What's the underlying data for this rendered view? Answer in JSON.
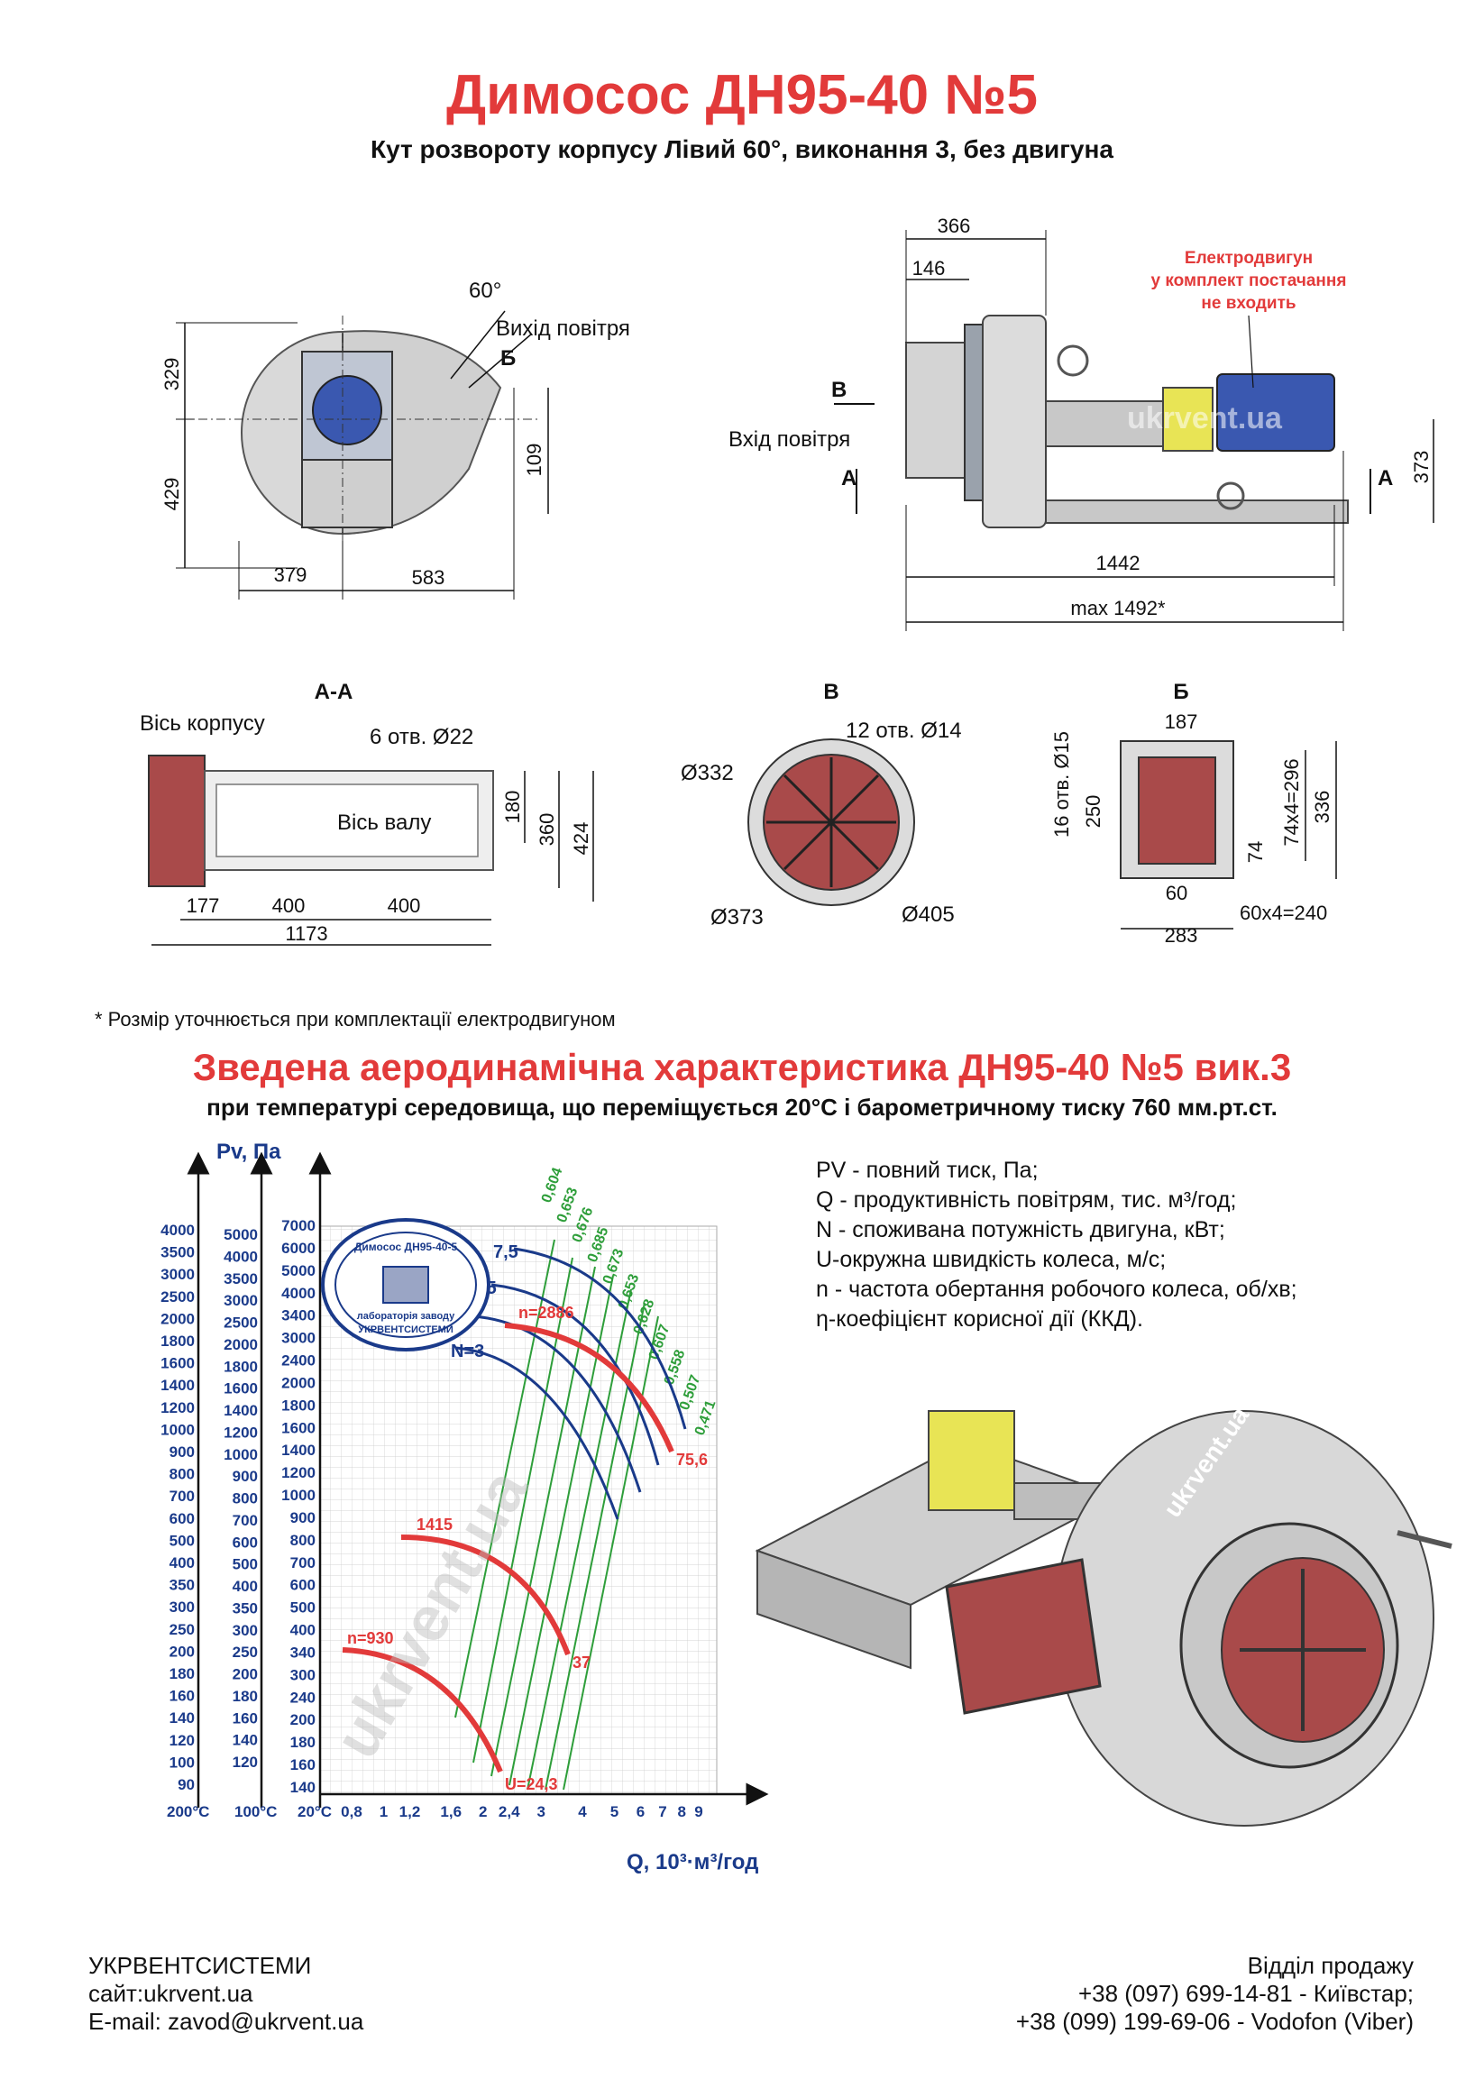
{
  "header": {
    "title": "Димосос  ДН95-40 №5",
    "subtitle": "Кут розвороту корпусу Лівий 60°, виконання 3, без двигуна"
  },
  "front_view": {
    "angle": "60°",
    "outlet_label": "Вихід повітря",
    "section_b": "Б",
    "dim_329": "329",
    "dim_429": "429",
    "dim_109": "109",
    "dim_379": "379",
    "dim_583": "583"
  },
  "side_view": {
    "motor_note": [
      "Електродвигун",
      "у комплект постачання",
      "не входить"
    ],
    "inlet_label": "Вхід повітря",
    "section_v": "В",
    "section_a": "А",
    "dim_366": "366",
    "dim_146": "146",
    "dim_373": "373",
    "dim_1442": "1442",
    "dim_max": "max 1492*",
    "watermark": "ukrvent.ua"
  },
  "section_aa": {
    "title": "А-А",
    "axis_label": "Вісь корпусу",
    "holes": "6 отв. Ø22",
    "shaft_label": "Вісь валу",
    "dim_180": "180",
    "dim_360": "360",
    "dim_424": "424",
    "dim_177": "177",
    "dim_400a": "400",
    "dim_400b": "400",
    "dim_1173": "1173"
  },
  "section_v": {
    "title": "В",
    "holes": "12 отв. Ø14",
    "d332": "Ø332",
    "d373": "Ø373",
    "d405": "Ø405"
  },
  "section_b": {
    "title": "Б",
    "holes": "16 отв. Ø15",
    "dim_187": "187",
    "dim_250": "250",
    "dim_296": "74x4=296",
    "dim_336": "336",
    "dim_74": "74",
    "dim_60": "60",
    "dim_240": "60x4=240",
    "dim_283": "283"
  },
  "footnote": "* Розмір уточнюється при комплектації електродвигуном",
  "chart_heading": {
    "title": "Зведена аеродинамічна характеристика ДН95-40 №5 вик.3",
    "subtitle": "при температурі середовища, що переміщується 20°С і барометричному тиску 760 мм.рт.ст."
  },
  "legend": [
    "PV - повний тиск, Па;",
    "Q - продуктивність повітрям, тис. м³/год;",
    "N - споживана потужність двигуна, кВт;",
    "U-окружна швидкість колеса, м/с;",
    "n - частота обертання робочого колеса, об/хв;",
    "η-коефіцієнт корисної дії (ККД)."
  ],
  "chart_data": {
    "type": "line",
    "ylabel": "Pv, Па",
    "xlabel": "Q, 10³·м³/год",
    "x_ticks": [
      "0,8",
      "1",
      "1,2",
      "1,6",
      "2",
      "2,4",
      "3",
      "4",
      "5",
      "6",
      "7",
      "8",
      "9"
    ],
    "temp_labels": [
      "200°С",
      "100°С",
      "20°С"
    ],
    "y_ticks_200": [
      "4000",
      "3500",
      "3000",
      "2500",
      "2000",
      "1800",
      "1600",
      "1400",
      "1200",
      "1000",
      "900",
      "800",
      "700",
      "600",
      "500",
      "400",
      "350",
      "300",
      "250",
      "200",
      "180",
      "160",
      "140",
      "120",
      "100",
      "90"
    ],
    "y_ticks_100": [
      "5000",
      "4000",
      "3500",
      "3000",
      "2500",
      "2000",
      "1800",
      "1600",
      "1400",
      "1200",
      "1000",
      "900",
      "800",
      "700",
      "600",
      "500",
      "400",
      "350",
      "300",
      "250",
      "200",
      "180",
      "160",
      "140",
      "120"
    ],
    "y_ticks_20": [
      "7000",
      "6000",
      "5000",
      "4000",
      "3400",
      "3000",
      "2400",
      "2000",
      "1800",
      "1600",
      "1400",
      "1200",
      "1000",
      "900",
      "800",
      "700",
      "600",
      "500",
      "400",
      "340",
      "300",
      "240",
      "200",
      "180",
      "160",
      "140"
    ],
    "series": [
      {
        "name": "n=2886",
        "end_label": "75,6"
      },
      {
        "name": "1415",
        "end_label": "37"
      },
      {
        "name": "n=930",
        "end_label": "U=24,3"
      }
    ],
    "power_labels": [
      "7,5",
      "5,5",
      "4",
      "N=3"
    ],
    "efficiency_labels": [
      "0,604",
      "0,653",
      "0,676",
      "0,685",
      "0,673",
      "0,653",
      "0,628",
      "0,607",
      "0,558",
      "0,507",
      "0,471"
    ],
    "stamp": {
      "top": "Димосос ДН95-40-5",
      "bottom": [
        "лабораторія заводу",
        "УКРВЕНТСИСТЕМИ"
      ]
    },
    "watermark": "ukrvent.ua"
  },
  "render_3d": {
    "watermark": "ukrvent.ua"
  },
  "footer": {
    "company": "УКРВЕНТСИСТЕМИ",
    "site": "сайт:ukrvent.ua",
    "email": "E-mail: zavod@ukrvent.ua",
    "sales": "Відділ продажу",
    "phone1": "+38 (097) 699-14-81 - Київстар;",
    "phone2": "+38 (099) 199-69-06 - Vodofon (Viber)"
  }
}
